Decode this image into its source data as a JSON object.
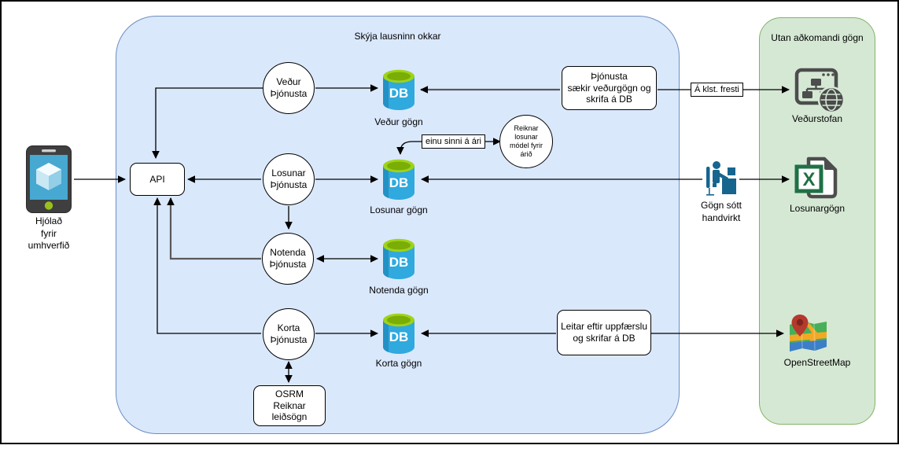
{
  "cloud": {
    "title": "Skýja lausninn okkar"
  },
  "external": {
    "title": "Utan aðkomandi gögn"
  },
  "client": {
    "label": "Hjólað\nfyrir\numhverfið"
  },
  "api": {
    "label": "API"
  },
  "db_label": "DB",
  "services": [
    {
      "label": "Veður\nÞjónusta"
    },
    {
      "label": "Losunar\nÞjónusta"
    },
    {
      "label": "Notenda\nÞjónusta"
    },
    {
      "label": "Korta\nÞjónusta"
    }
  ],
  "databases": [
    {
      "label": "Veður gögn"
    },
    {
      "label": "Losunar gögn"
    },
    {
      "label": "Notenda gögn"
    },
    {
      "label": "Korta gögn"
    }
  ],
  "processes": {
    "weather_fetch": {
      "label": "Þjónusta\nsækir veðurgögn og\nskrifa á DB"
    },
    "emission_model": {
      "label": "Reiknar\nlosunar\nmódel fyrir\nárið"
    },
    "map_update": {
      "label": "Leitar eftir uppfærslu\nog skrifar á DB"
    },
    "osrm": {
      "label": "OSRM\nReiknar\nleiðsögn"
    }
  },
  "edge_labels": {
    "hourly": "Á klst. fresti",
    "yearly": "einu sinni á ári",
    "manual": "Gögn sótt\nhandvirkt"
  },
  "external_items": [
    {
      "label": "Veðurstofan",
      "icon": "web-services-icon"
    },
    {
      "label": "Losunargögn",
      "icon": "excel-file-icon"
    },
    {
      "label": "OpenStreetMap",
      "icon": "map-icon"
    }
  ],
  "edges": [
    "client -> API",
    "Veður þjónusta -> API",
    "Losunar þjónusta -> API",
    "Notenda þjónusta -> API",
    "Korta þjónusta -> API",
    "Veður þjónusta -> Veður gögn DB",
    "Þjónusta sækir veðurgögn -> Veður gögn DB",
    "Þjónusta sækir veðurgögn -> Veðurstofan (Á klst. fresti)",
    "Losunar þjónusta -> Losunar gögn DB",
    "Losunar gögn DB <-> Losunargögn (Gögn sótt handvirkt)",
    "Losunar gögn DB <-> Reiknar losunar módel (einu sinni á ári)",
    "Losunar þjónusta -> Notenda þjónusta",
    "Notenda þjónusta <-> Notenda gögn DB",
    "Korta þjónusta -> Korta gögn DB",
    "Leitar eftir uppfærslu -> Korta gögn DB",
    "Leitar eftir uppfærslu -> OpenStreetMap",
    "Korta þjónusta <-> OSRM"
  ],
  "colors": {
    "cloud_fill": "#dae8fc",
    "cloud_stroke": "#6c8ebf",
    "external_fill": "#d5e8d4",
    "external_stroke": "#82b366",
    "db_blue": "#2fa9de",
    "db_blue_dark": "#2391c4",
    "db_green": "#9fd319",
    "db_green_dark": "#7aad05",
    "line_black": "#000000",
    "line_gray": "#595959",
    "phone_body": "#3f3f3f",
    "phone_screen": "#47a8d1",
    "phone_button": "#97c21e",
    "excel_green": "#1e7145",
    "doc_gray": "#4d4d4d",
    "osm_green": "#46b059",
    "osm_yellow": "#f3a824",
    "osm_blue": "#3d7ec9",
    "osm_pin": "#b5392d",
    "person_blue": "#16658f"
  }
}
